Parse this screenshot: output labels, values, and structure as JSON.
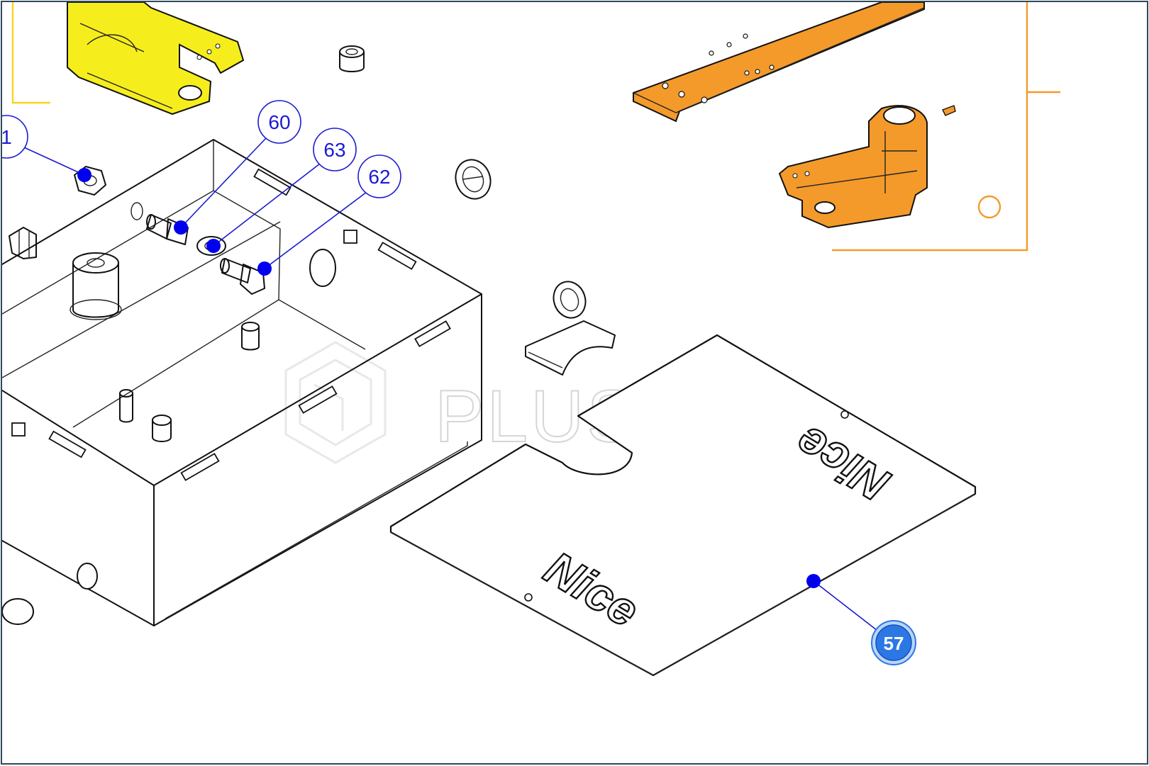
{
  "callouts": [
    {
      "id": "c61",
      "label": "1"
    },
    {
      "id": "c60",
      "label": "60"
    },
    {
      "id": "c63",
      "label": "63"
    },
    {
      "id": "c62",
      "label": "62"
    },
    {
      "id": "c57",
      "label": "57"
    }
  ],
  "plate_brand": "Nice",
  "watermark": "PLUSCOM",
  "colors": {
    "callout_blue": "#1b1bd0",
    "part_yellow": "#f6ee1c",
    "part_orange": "#f39a2b",
    "badge_fill": "#2b78e4",
    "frame_border": "#2e4a5c"
  }
}
